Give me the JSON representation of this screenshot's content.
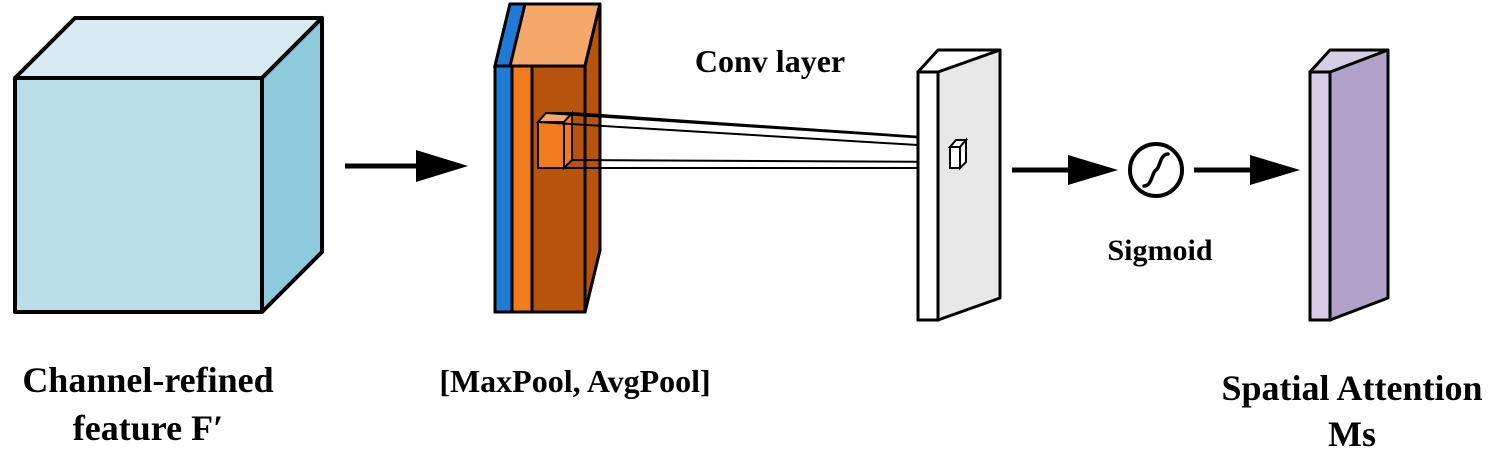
{
  "labels": {
    "input_line1": "Channel-refined",
    "input_line2": "feature F′",
    "pool": "[MaxPool, AvgPool]",
    "conv": "Conv layer",
    "sigmoid": "Sigmoid",
    "output_line1": "Spatial Attention",
    "output_line2": "Ms"
  },
  "colors": {
    "cube_front": "#b8dee8",
    "cube_top": "#d6ecf2",
    "cube_side": "#8ecadb",
    "pool_blue": "#1f7bd6",
    "pool_orange_light": "#f5a86a",
    "pool_orange": "#f07c1e",
    "pool_brown": "#b8530e",
    "conv_plate": "#e8e8e8",
    "output_plate": "#b1a1c8",
    "output_edge": "#d6cde6",
    "stroke": "#000000"
  },
  "icons": {
    "sigmoid": "sigmoid-curve-icon"
  }
}
